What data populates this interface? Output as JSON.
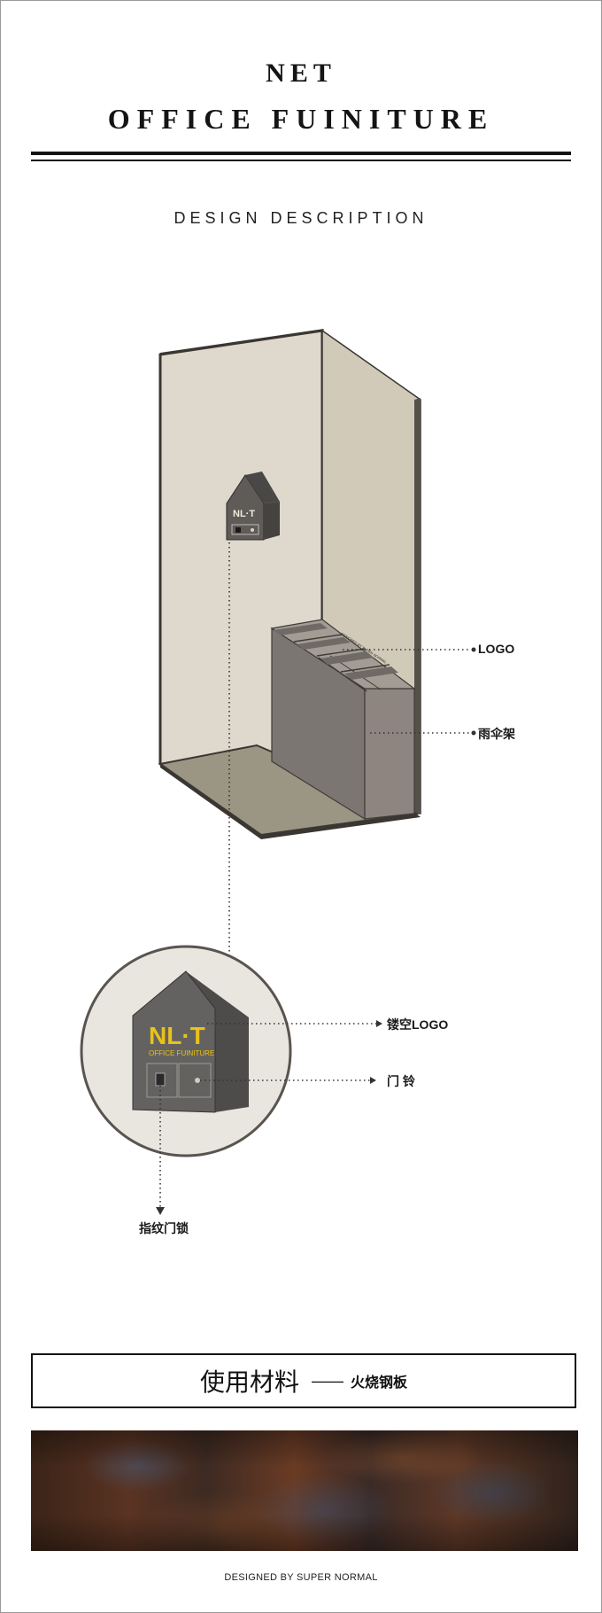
{
  "header": {
    "brand_line1": "NET",
    "brand_line2": "OFFICE FUINITURE",
    "subtitle": "DESIGN DESCRIPTION"
  },
  "illustration": {
    "sign_logo": "NL·T",
    "sign_logo_sub": "OFFICE FUINITURE",
    "colors": {
      "wall": "#ded8cd",
      "side_wall": "#d2cab9",
      "floor": "#9b9584",
      "rack_front": "#7b7671",
      "rack_side": "#8e8580",
      "sign_body": "#5e5b58",
      "logo_yellow": "#e9c21a"
    }
  },
  "callouts": {
    "logo": "LOGO",
    "umbrella_rack": "雨伞架",
    "hollow_logo": "镂空LOGO",
    "doorbell": "门 铃",
    "fingerprint_lock": "指纹门锁"
  },
  "materials": {
    "title": "使用材料",
    "dash": "——",
    "value": "火烧钢板"
  },
  "footer": {
    "credit": "DESIGNED BY SUPER NORMAL"
  }
}
